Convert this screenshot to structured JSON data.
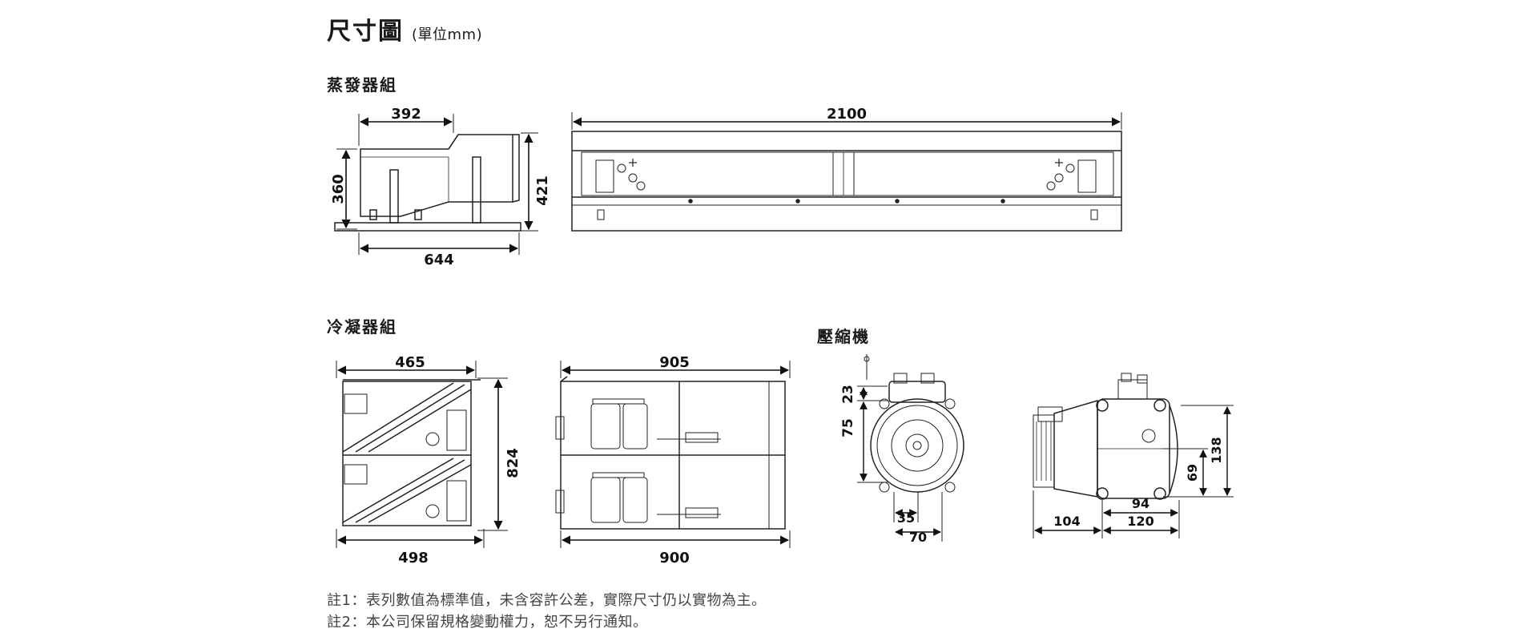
{
  "header": {
    "title": "尺寸圖",
    "unit": "(單位mm)"
  },
  "sections": {
    "evaporator": "蒸發器組",
    "condenser": "冷凝器組",
    "compressor": "壓縮機"
  },
  "dimensions": {
    "evaporator_side_top": "392",
    "evaporator_side_left": "360",
    "evaporator_side_right": "421",
    "evaporator_side_bottom": "644",
    "evaporator_front_width": "2100",
    "condenser_side_top": "465",
    "condenser_side_height": "824",
    "condenser_side_bottom": "498",
    "condenser_front_top": "905",
    "condenser_front_bottom": "900",
    "compressor_front_23": "23",
    "compressor_front_75": "75",
    "compressor_front_35": "35",
    "compressor_front_70": "70",
    "compressor_side_104": "104",
    "compressor_side_94": "94",
    "compressor_side_120": "120",
    "compressor_side_69": "69",
    "compressor_side_138": "138"
  },
  "notes": {
    "note1": "註1：表列數值為標準值，未含容許公差，實際尺寸仍以實物為主。",
    "note2": "註2：本公司保留規格變動權力，恕不另行通知。"
  }
}
